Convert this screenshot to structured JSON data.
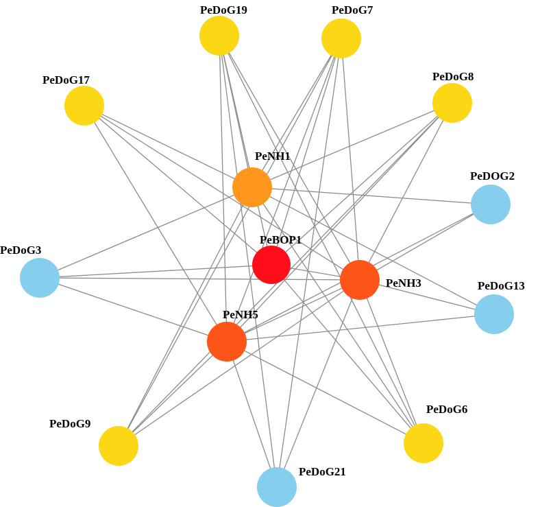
{
  "colors": {
    "edge": "#8c8c8c",
    "hub": "#ff0d1a",
    "primary": "#ff5519",
    "secondary": "#ff961e",
    "yellow": "#fcd716",
    "blue": "#86ceee"
  },
  "nodes": [
    {
      "id": "PeDoG19",
      "label": "PeDoG19",
      "group": "yellow"
    },
    {
      "id": "PeDoG7",
      "label": "PeDoG7",
      "group": "yellow"
    },
    {
      "id": "PeDoG17",
      "label": "PeDoG17",
      "group": "yellow"
    },
    {
      "id": "PeDoG8",
      "label": "PeDoG8",
      "group": "yellow"
    },
    {
      "id": "PeNH1",
      "label": "PeNH1",
      "group": "secondary"
    },
    {
      "id": "PeDOG2",
      "label": "PeDOG2",
      "group": "blue"
    },
    {
      "id": "PeDoG3",
      "label": "PeDoG3",
      "group": "blue"
    },
    {
      "id": "PeBOP1",
      "label": "PeBOP1",
      "group": "hub"
    },
    {
      "id": "PeNH3",
      "label": "PeNH3",
      "group": "primary"
    },
    {
      "id": "PeDoG13",
      "label": "PeDoG13",
      "group": "blue"
    },
    {
      "id": "PeNH5",
      "label": "PeNH5",
      "group": "primary"
    },
    {
      "id": "PeDoG6",
      "label": "PeDoG6",
      "group": "yellow"
    },
    {
      "id": "PeDoG9",
      "label": "PeDoG9",
      "group": "yellow"
    },
    {
      "id": "PeDoG21",
      "label": "PeDoG21",
      "group": "blue"
    }
  ],
  "edges": [
    [
      "PeDoG19",
      "PeNH1"
    ],
    [
      "PeDoG19",
      "PeNH3"
    ],
    [
      "PeDoG19",
      "PeNH5"
    ],
    [
      "PeDoG19",
      "PeBOP1"
    ],
    [
      "PeDoG19",
      "PeDoG21"
    ],
    [
      "PeDoG19",
      "PeDoG6"
    ],
    [
      "PeDoG7",
      "PeNH1"
    ],
    [
      "PeDoG7",
      "PeNH3"
    ],
    [
      "PeDoG7",
      "PeNH5"
    ],
    [
      "PeDoG7",
      "PeBOP1"
    ],
    [
      "PeDoG7",
      "PeDoG9"
    ],
    [
      "PeDoG7",
      "PeDoG21"
    ],
    [
      "PeDoG17",
      "PeNH1"
    ],
    [
      "PeDoG17",
      "PeNH3"
    ],
    [
      "PeDoG17",
      "PeNH5"
    ],
    [
      "PeDoG17",
      "PeBOP1"
    ],
    [
      "PeDoG8",
      "PeNH1"
    ],
    [
      "PeDoG8",
      "PeNH3"
    ],
    [
      "PeDoG8",
      "PeNH5"
    ],
    [
      "PeDoG8",
      "PeBOP1"
    ],
    [
      "PeDoG8",
      "PeDoG9"
    ],
    [
      "PeNH1",
      "PeDOG2"
    ],
    [
      "PeNH1",
      "PeDoG3"
    ],
    [
      "PeNH1",
      "PeDoG13"
    ],
    [
      "PeNH1",
      "PeDoG6"
    ],
    [
      "PeNH1",
      "PeDoG9"
    ],
    [
      "PeDOG2",
      "PeNH3"
    ],
    [
      "PeDOG2",
      "PeNH5"
    ],
    [
      "PeDoG3",
      "PeBOP1"
    ],
    [
      "PeDoG3",
      "PeNH3"
    ],
    [
      "PeDoG3",
      "PeNH5"
    ],
    [
      "PeBOP1",
      "PeNH3"
    ],
    [
      "PeBOP1",
      "PeDoG6"
    ],
    [
      "PeNH3",
      "PeNH5"
    ],
    [
      "PeNH3",
      "PeDoG13"
    ],
    [
      "PeNH3",
      "PeDoG6"
    ],
    [
      "PeNH3",
      "PeDoG9"
    ],
    [
      "PeNH3",
      "PeDoG21"
    ],
    [
      "PeDoG13",
      "PeNH5"
    ],
    [
      "PeNH5",
      "PeDoG6"
    ],
    [
      "PeNH5",
      "PeDoG9"
    ],
    [
      "PeNH5",
      "PeDoG21"
    ]
  ]
}
